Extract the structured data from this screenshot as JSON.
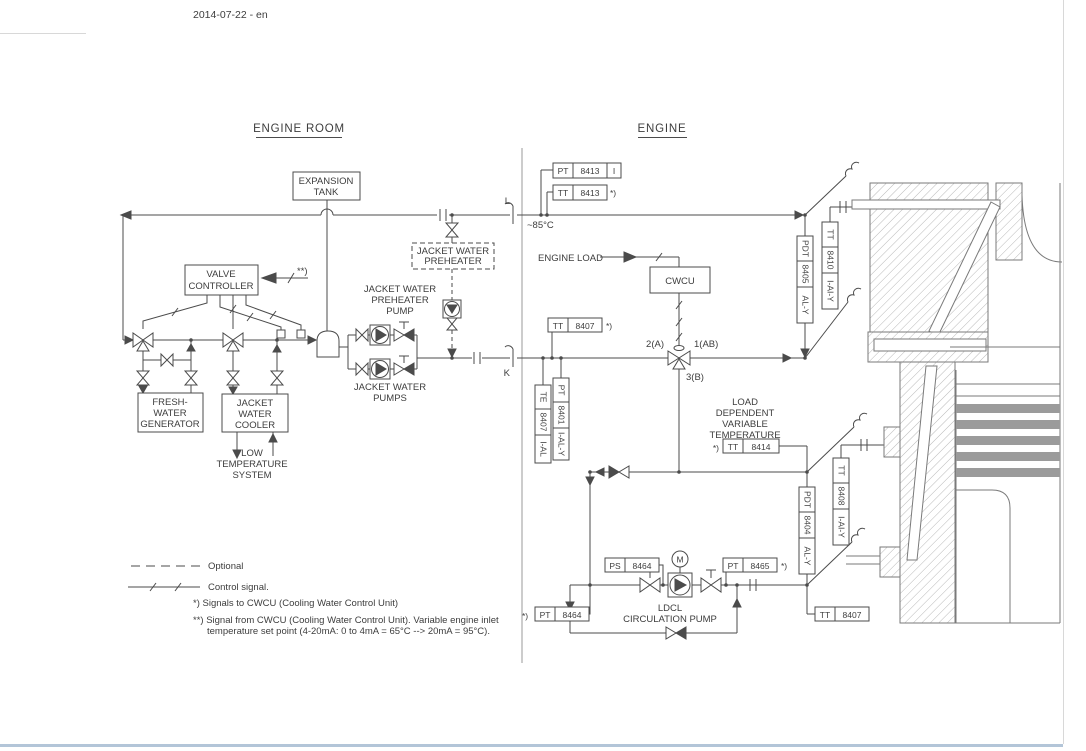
{
  "page": {
    "date_label": "2014-07-22 - en"
  },
  "headers": {
    "engine_room": "ENGINE ROOM",
    "engine": "ENGINE"
  },
  "labels": {
    "expansion_tank": [
      "EXPANSION",
      "TANK"
    ],
    "valve_controller": [
      "VALVE",
      "CONTROLLER"
    ],
    "fresh_water_generator": [
      "FRESH-",
      "WATER",
      "GENERATOR"
    ],
    "jacket_water_cooler": [
      "JACKET",
      "WATER",
      "COOLER"
    ],
    "low_temperature_system": [
      "LOW",
      "TEMPERATURE",
      "SYSTEM"
    ],
    "jacket_water_preheater": [
      "JACKET WATER",
      "PREHEATER"
    ],
    "jacket_water_preheater_pump": [
      "JACKET WATER",
      "PREHEATER",
      "PUMP"
    ],
    "jacket_water_pumps": [
      "JACKET WATER",
      "PUMPS"
    ],
    "cwcu": "CWCU",
    "engine_load": "ENGINE LOAD",
    "load_dependent_variable_temperature": [
      "LOAD",
      "DEPENDENT",
      "VARIABLE",
      "TEMPERATURE"
    ],
    "ldcl_circulation_pump": [
      "LDCL",
      "CIRCULATION PUMP"
    ],
    "engine_inlet_temp": "~85°C",
    "connector_l": "L",
    "connector_k": "K",
    "valve_port_2a": "2(A)",
    "valve_port_1ab": "1(AB)",
    "valve_port_3b": "3(B)",
    "motor": "M",
    "signal_from_cwcu_marker": "**)"
  },
  "tags": {
    "pt8413": {
      "type": "PT",
      "number": "8413",
      "suffix": "I"
    },
    "tt8413": {
      "type": "TT",
      "number": "8413",
      "suffix": "*)"
    },
    "tt8407_inlet": {
      "type": "TT",
      "number": "8407",
      "suffix": "*)"
    },
    "te8407": {
      "type": "TE",
      "number": "8407",
      "suffix": "I-AL"
    },
    "pt8401": {
      "type": "PT",
      "number": "8401",
      "suffix": "I-AL-Y"
    },
    "pdt8405": {
      "type": "PDT",
      "number": "8405",
      "suffix": "AL-Y"
    },
    "tt8410": {
      "type": "TT",
      "number": "8410",
      "suffix": "I-AI-Y"
    },
    "tt8414": {
      "prefix": "*)",
      "type": "TT",
      "number": "8414"
    },
    "tt8408": {
      "type": "TT",
      "number": "8408",
      "suffix": "I-AI-Y"
    },
    "pdt8404": {
      "type": "PDT",
      "number": "8404",
      "suffix": "AL-Y"
    },
    "ps8464": {
      "type": "PS",
      "number": "8464"
    },
    "pt8465": {
      "type": "PT",
      "number": "8465",
      "suffix": "*)"
    },
    "pt8464": {
      "prefix": "*)",
      "type": "PT",
      "number": "8464"
    },
    "tt8407_outlet": {
      "type": "TT",
      "number": "8407"
    }
  },
  "legend": {
    "optional": "Optional",
    "control_signal": "Control signal.",
    "note_star": "*) Signals to CWCU (Cooling Water Control Unit)",
    "note_double_star_line1": "**) Signal from CWCU (Cooling Water Control Unit). Variable engine inlet",
    "note_double_star_line2": "temperature set point (4-20mA: 0 to 4mA = 65°C --> 20mA = 95°C)."
  }
}
